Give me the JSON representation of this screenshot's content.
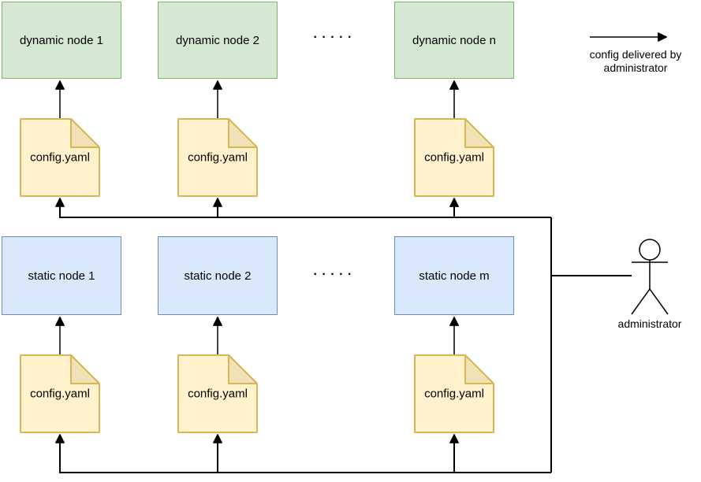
{
  "diagram": {
    "dynamic_row": {
      "nodes": [
        "dynamic node 1",
        "dynamic node 2",
        "dynamic node n"
      ],
      "ellipsis": ". . . . ."
    },
    "static_row": {
      "nodes": [
        "static node 1",
        "static node 2",
        "static node m"
      ],
      "ellipsis": ". . . . ."
    },
    "config_file": "config.yaml",
    "legend": {
      "line1": "config delivered by",
      "line2": "administrator"
    },
    "administrator_label": "administrator",
    "colors": {
      "dynamic_fill": "#d5e8d4",
      "dynamic_stroke": "#82b366",
      "static_fill": "#dae8fc",
      "static_stroke": "#6c8ebf",
      "config_fill": "#fff2cc",
      "config_stroke": "#d6b656",
      "config_fold": "#f0e2b6",
      "line_color": "#000000",
      "text_color": "#000000"
    }
  }
}
